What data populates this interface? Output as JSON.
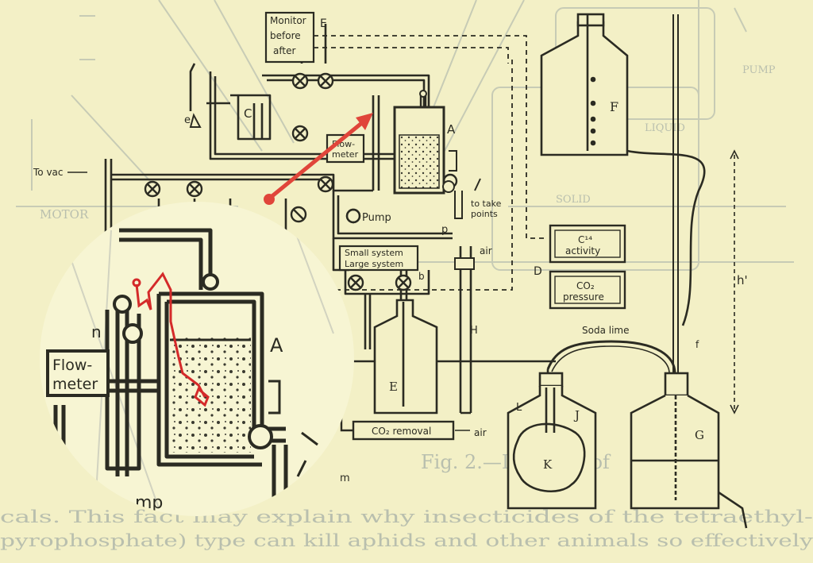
{
  "labels": {
    "monitor_before": "Monitor",
    "monitor_line2": "before",
    "monitor_line3": "after",
    "E_top": "E",
    "C": "C",
    "e": "e",
    "to_vac": "To vac",
    "flow_meter_1": "Flow-",
    "flow_meter_2": "meter",
    "A": "A",
    "to_take_1": "to take",
    "to_take_2": "points",
    "pump": "Pump",
    "p": "p",
    "air": "air",
    "small_system": "Small system",
    "large_system": "Large system",
    "b": "b",
    "c14_1": "C¹⁴",
    "c14_2": "activity",
    "D": "D",
    "co2_1": "CO₂",
    "co2_2": "pressure",
    "F": "F",
    "h": "h'",
    "soda_lime": "Soda lime",
    "f": "f",
    "E_bottle": "E",
    "H": "H",
    "co2_removal": "CO₂ removal",
    "air2": "air",
    "J": "J",
    "L": "L",
    "K": "K",
    "G": "G",
    "m": "m",
    "zoom_flow_1": "Flow-",
    "zoom_flow_2": "meter",
    "zoom_n": "n",
    "zoom_A": "A",
    "zoom_mp": "mp"
  },
  "background_text": {
    "pump_ghost": "PUMP",
    "motor_ghost": "MOTOR",
    "liquid_ghost": "LIQUID",
    "solid_ghost": "SOLID",
    "caption_ghost": "Fig. 2.—Diagram of",
    "line1": "cals.  This fact may explain why insecticides of the tetraethyl-",
    "line2": "pyrophosphate) type can kill aphids and other animals so effectively"
  },
  "colors": {
    "paper": "#f3f0c6",
    "ink": "#2b2b22",
    "ghost": "#b9bfae",
    "arrow": "#e0453a",
    "zoom_bg": "#f7f5d3"
  }
}
